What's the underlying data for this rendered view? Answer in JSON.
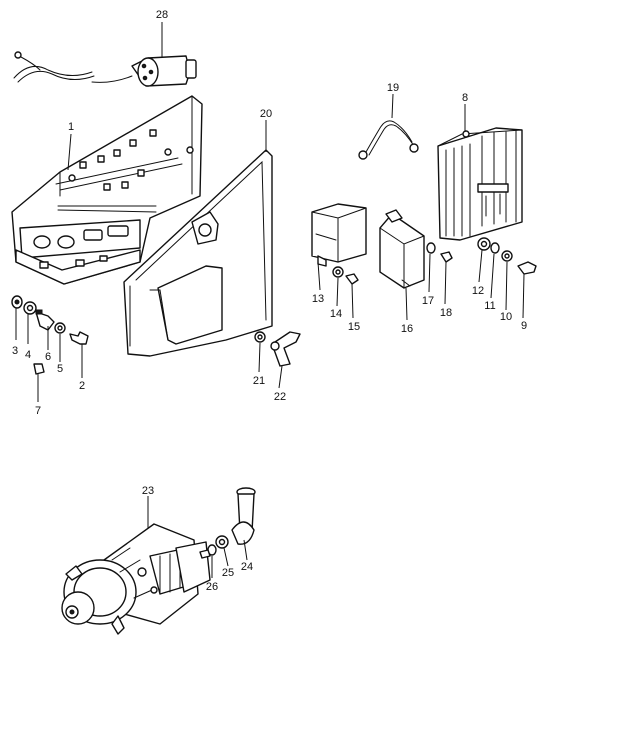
{
  "diagram": {
    "callouts": [
      {
        "id": "c1",
        "label": "1"
      },
      {
        "id": "c2",
        "label": "2"
      },
      {
        "id": "c3",
        "label": "3"
      },
      {
        "id": "c4",
        "label": "4"
      },
      {
        "id": "c5",
        "label": "5"
      },
      {
        "id": "c6",
        "label": "6"
      },
      {
        "id": "c7",
        "label": "7"
      },
      {
        "id": "c8",
        "label": "8"
      },
      {
        "id": "c9",
        "label": "9"
      },
      {
        "id": "c10",
        "label": "10"
      },
      {
        "id": "c11",
        "label": "11"
      },
      {
        "id": "c12",
        "label": "12"
      },
      {
        "id": "c13",
        "label": "13"
      },
      {
        "id": "c14",
        "label": "14"
      },
      {
        "id": "c15",
        "label": "15"
      },
      {
        "id": "c16",
        "label": "16"
      },
      {
        "id": "c17",
        "label": "17"
      },
      {
        "id": "c18",
        "label": "18"
      },
      {
        "id": "c19",
        "label": "19"
      },
      {
        "id": "c20",
        "label": "20"
      },
      {
        "id": "c21",
        "label": "21"
      },
      {
        "id": "c22",
        "label": "22"
      },
      {
        "id": "c23",
        "label": "23"
      },
      {
        "id": "c24",
        "label": "24"
      },
      {
        "id": "c25",
        "label": "25"
      },
      {
        "id": "c26",
        "label": "26"
      },
      {
        "id": "c28",
        "label": "28"
      }
    ]
  }
}
